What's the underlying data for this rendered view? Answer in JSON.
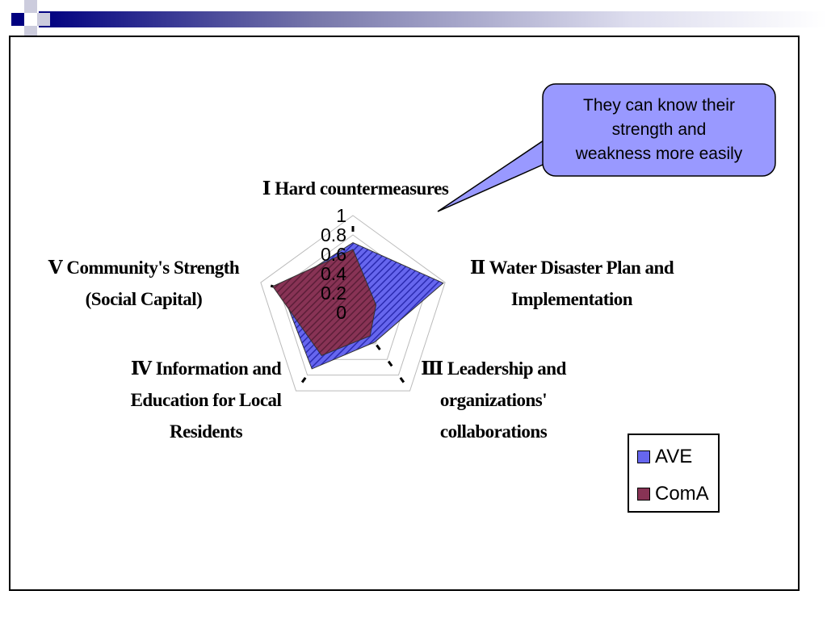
{
  "chart_data": {
    "type": "radar",
    "axes": [
      "Ⅰ Hard countermeasures",
      "Ⅱ Water Disaster Plan and Implementation",
      "Ⅲ Leadership and organizations' collaborations",
      "Ⅳ Information and Education for Local Residents",
      "Ⅴ Community's Strength (Social Capital)"
    ],
    "axis_label_lines": [
      [
        "Ⅰ Hard countermeasures"
      ],
      [
        "Ⅱ Water Disaster Plan and",
        "Implementation"
      ],
      [
        "Ⅲ Leadership and",
        "organizations'",
        "collaborations"
      ],
      [
        "Ⅳ Information and",
        "Education for Local",
        "Residents"
      ],
      [
        "Ⅴ Community's Strength",
        "(Social Capital)"
      ]
    ],
    "radial_ticks": [
      "0",
      "0.2",
      "0.4",
      "0.6",
      "0.8",
      "1"
    ],
    "rlim": [
      0,
      1
    ],
    "series": [
      {
        "name": "AVE",
        "values": [
          0.72,
          0.98,
          0.38,
          0.72,
          0.78
        ],
        "color": "#6666ee"
      },
      {
        "name": "ComA",
        "values": [
          0.65,
          0.25,
          0.3,
          0.55,
          0.87
        ],
        "color": "#883355"
      }
    ],
    "legend_position": "bottom-right"
  },
  "callout": {
    "lines": [
      "They  can know their",
      "strength and",
      "weakness more easily"
    ],
    "fill": "#9999ff"
  },
  "colors": {
    "frame": "#000000",
    "band_dark": "#000080"
  }
}
